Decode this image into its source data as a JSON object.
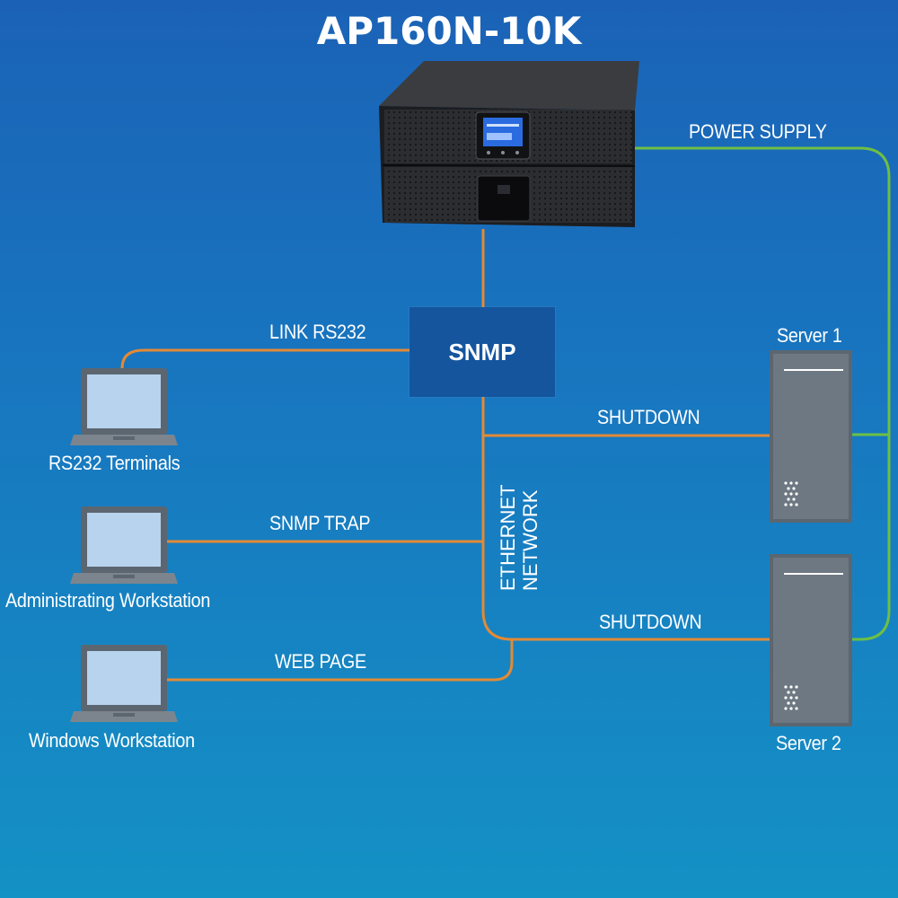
{
  "title": "AP160N-10K",
  "hub": {
    "label": "SNMP"
  },
  "links": {
    "power_supply": "POWER SUPPLY",
    "link_rs232": "LINK RS232",
    "snmp_trap": "SNMP TRAP",
    "web_page": "WEB PAGE",
    "shutdown_1": "SHUTDOWN",
    "shutdown_2": "SHUTDOWN",
    "network_line1": "ETHERNET",
    "network_line2": "NETWORK"
  },
  "clients": [
    {
      "label": "RS232 Terminals",
      "icon": "laptop-icon"
    },
    {
      "label": "Administrating Workstation",
      "icon": "laptop-icon"
    },
    {
      "label": "Windows Workstation",
      "icon": "laptop-icon"
    }
  ],
  "servers": [
    {
      "label": "Server 1",
      "icon": "server-icon"
    },
    {
      "label": "Server 2",
      "icon": "server-icon"
    }
  ],
  "ups": {
    "icon": "ups-icon"
  },
  "colors": {
    "background_top": "#1b62b6",
    "background_bottom": "#1491c5",
    "data_line": "#e28a35",
    "power_line": "#6dbf44",
    "hub": "#14559e",
    "server_body": "#5c6670",
    "laptop_screen": "#b7d3ee"
  }
}
